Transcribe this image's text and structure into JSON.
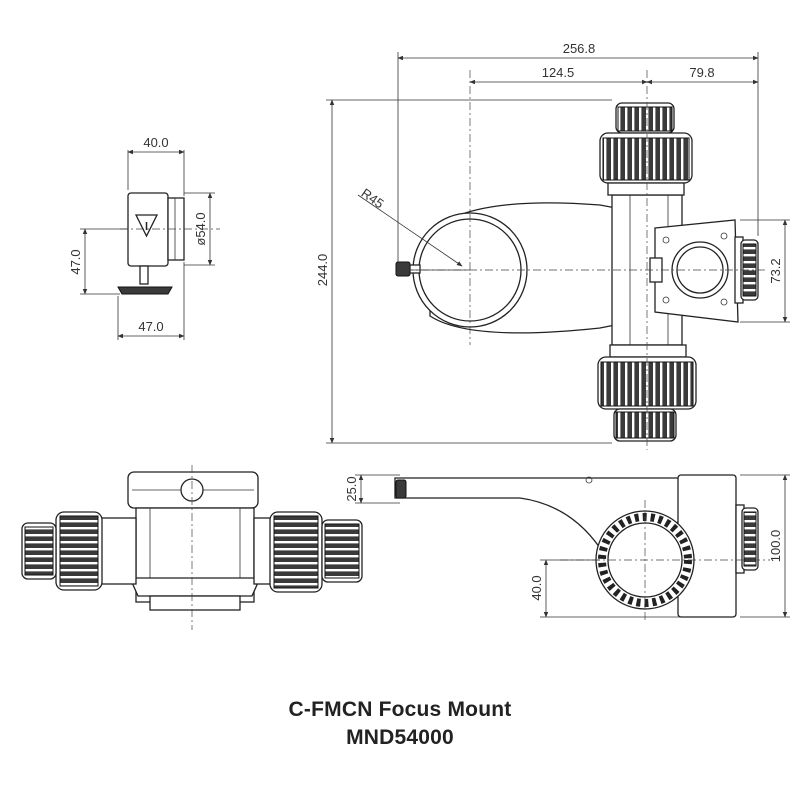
{
  "title": {
    "line1": "C-FMCN Focus Mount",
    "line2": "MND54000"
  },
  "dimensions": {
    "overall_width": "256.8",
    "center_to_arm": "124.5",
    "arm_to_clamp": "79.8",
    "radius": "R45",
    "overall_height": "244.0",
    "clamp_height": "73.2",
    "side_depth": "40.0",
    "diameter": "ø54.0",
    "side_height": "47.0",
    "side_base": "47.0",
    "arm_thickness": "25.0",
    "clamp_total": "100.0",
    "clamp_offset": "40.0"
  }
}
